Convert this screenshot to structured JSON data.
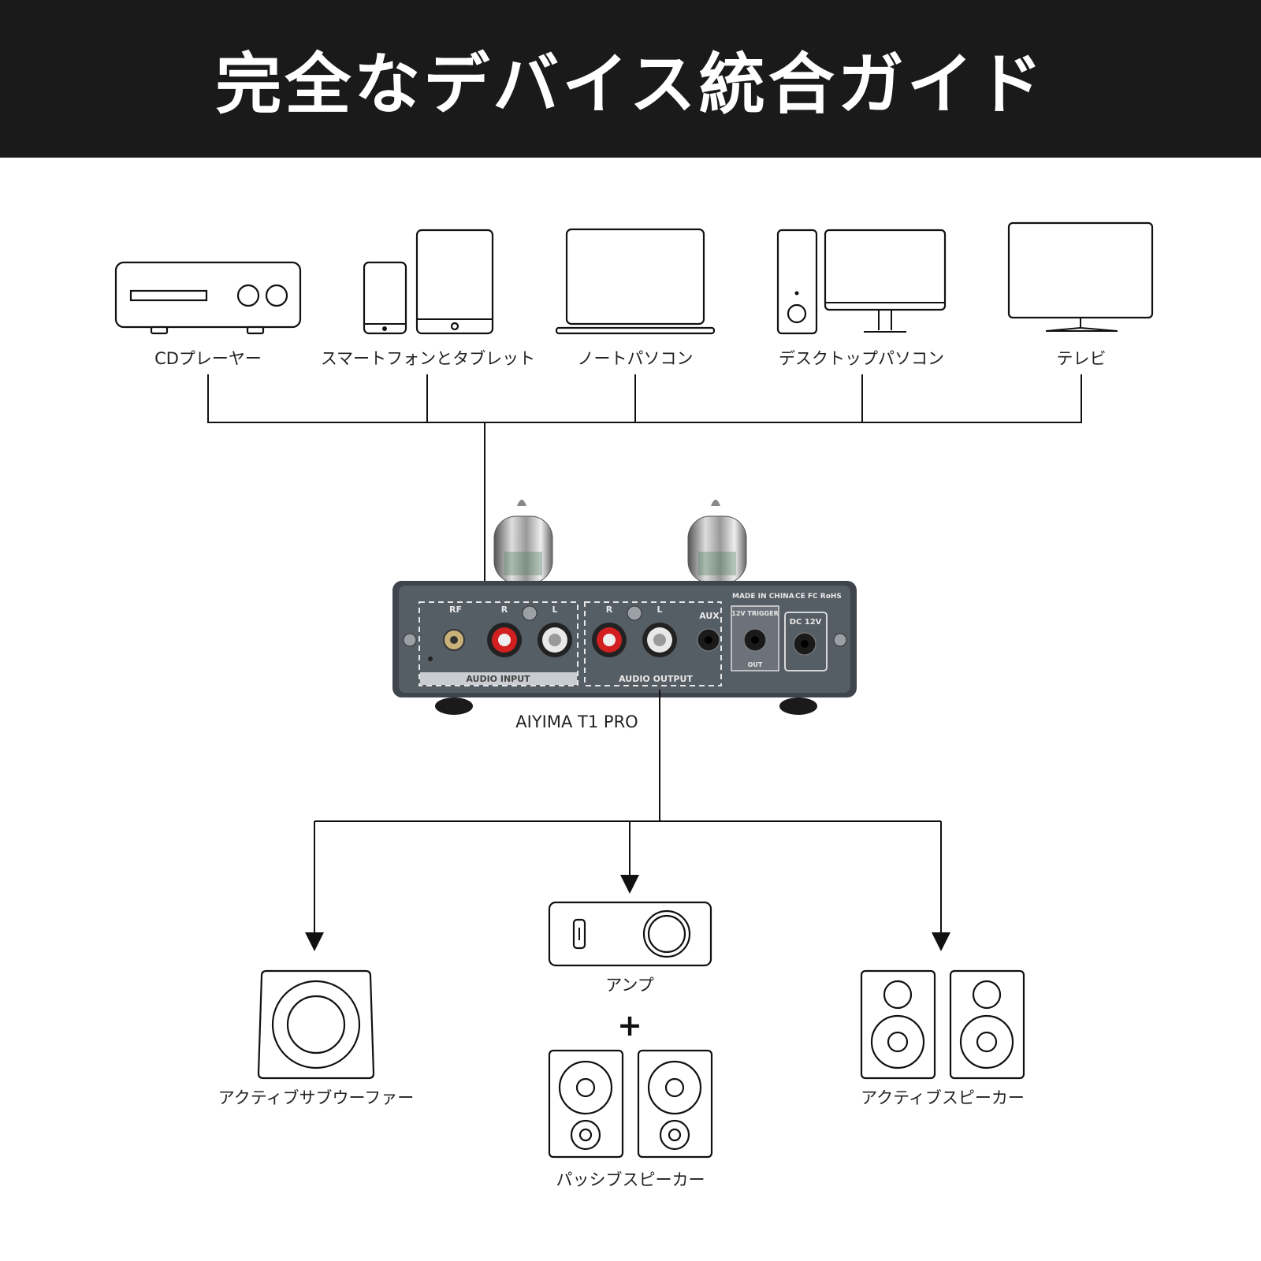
{
  "title": "完全なデバイス統合ガイド",
  "sources": [
    {
      "label": "CDプレーヤー",
      "icon": "cd-player-icon"
    },
    {
      "label": "スマートフォンとタブレット",
      "icon": "smartphone-tablet-icon"
    },
    {
      "label": "ノートパソコン",
      "icon": "laptop-icon"
    },
    {
      "label": "デスクトップパソコン",
      "icon": "desktop-pc-icon"
    },
    {
      "label": "テレビ",
      "icon": "tv-icon"
    }
  ],
  "device": {
    "name": "AIYIMA T1 PRO",
    "panel": {
      "rf": "RF",
      "r": "R",
      "l": "L",
      "aux": "AUX",
      "audio_input": "AUDIO INPUT",
      "audio_output": "AUDIO OUTPUT",
      "made_in": "MADE IN CHINA",
      "certs": "CE FC RoHS",
      "trigger": "12V TRIGGER",
      "out": "OUT",
      "dc": "DC 12V"
    }
  },
  "outputs": {
    "subwoofer": {
      "label": "アクティブサブウーファー",
      "icon": "subwoofer-icon"
    },
    "amp": {
      "label": "アンプ",
      "icon": "amplifier-icon"
    },
    "plus": "+",
    "passive": {
      "label": "パッシブスピーカー",
      "icon": "passive-speakers-icon"
    },
    "active": {
      "label": "アクティブスピーカー",
      "icon": "active-speakers-icon"
    }
  }
}
